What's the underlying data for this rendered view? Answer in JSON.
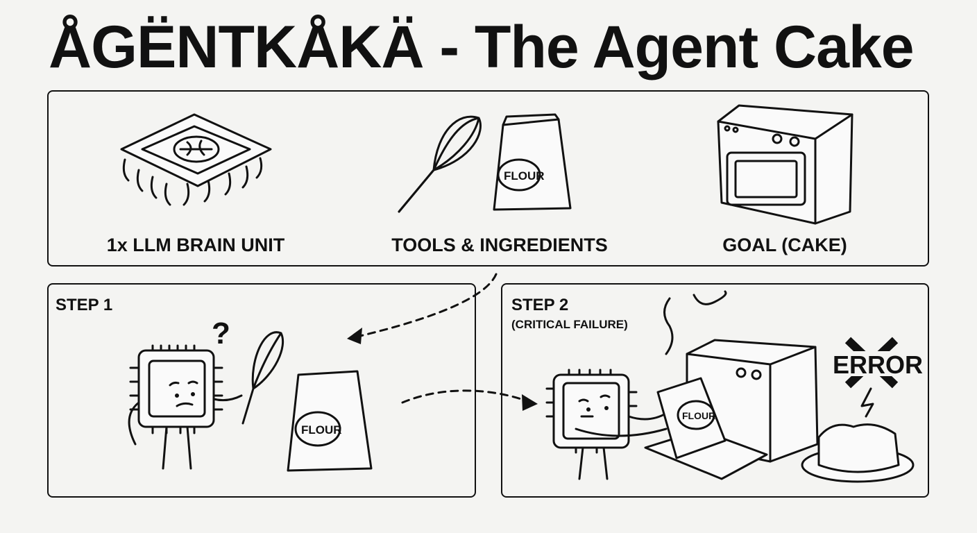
{
  "title": "ÅGËNTKÅKÄ - The Agent Cake",
  "top_panel": {
    "items": [
      {
        "label": "1x LLM BRAIN UNIT",
        "icon": "chip-brain-icon"
      },
      {
        "label": "TOOLS & INGREDIENTS",
        "icon": "whisk-flour-icon"
      },
      {
        "label": "GOAL (CAKE)",
        "icon": "oven-icon"
      }
    ],
    "flour_text": "FLOUR"
  },
  "step1": {
    "label": "STEP 1",
    "question": "?",
    "flour_text": "FLOUR"
  },
  "step2": {
    "label": "STEP 2",
    "sublabel": "(CRITICAL FAILURE)",
    "flour_text": "FLOUR",
    "error_text": "ERROR"
  }
}
